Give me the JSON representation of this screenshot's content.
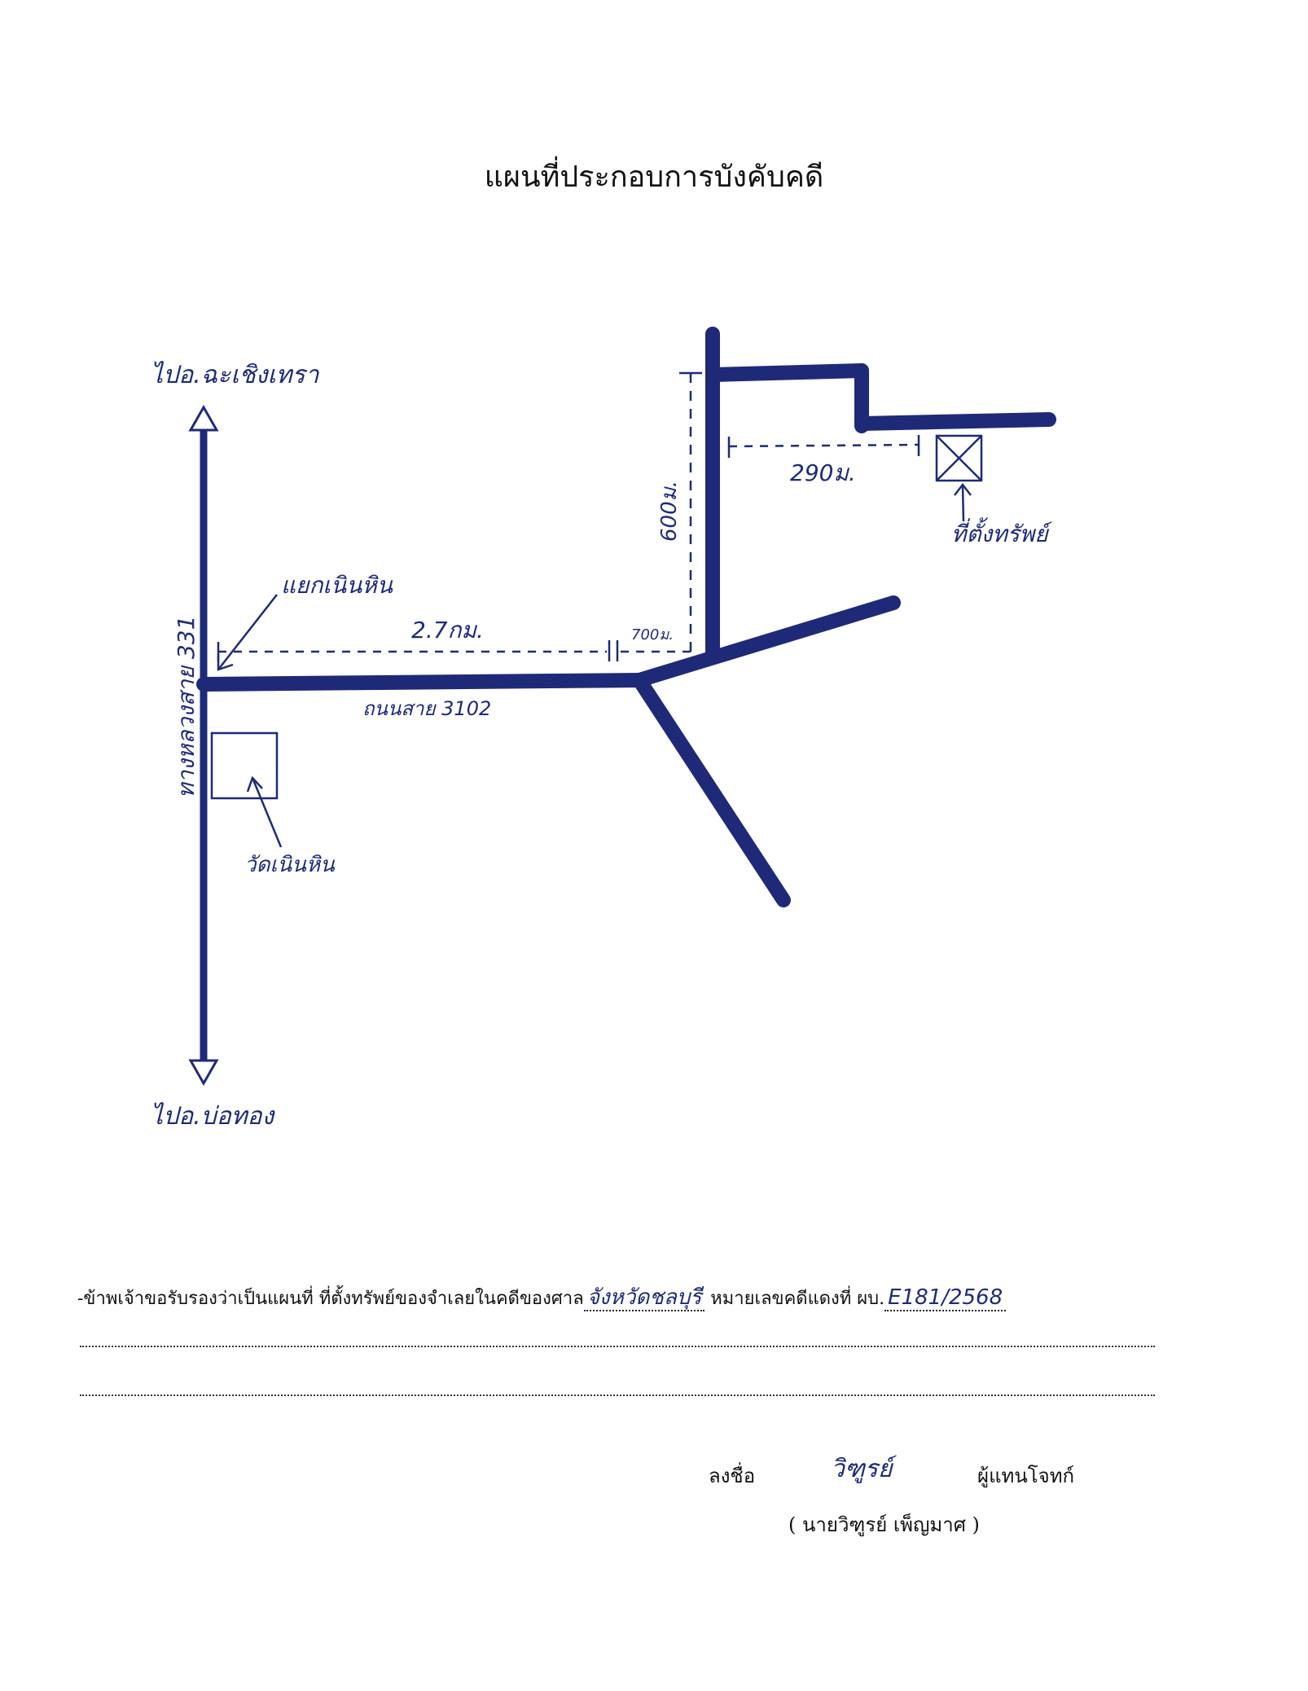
{
  "title": "แผนที่ประกอบการบังคับคดี",
  "map": {
    "labels": {
      "to_north": "ไปอ.ฉะเชิงเทรา",
      "to_south": "ไปอ.บ่อทอง",
      "main_highway": "ทางหลวงสาย 331",
      "secondary_road": "ถนนสาย 3102",
      "junction": "แยกเนินหิน",
      "temple": "วัดเนินหิน",
      "property": "ที่ตั้งทรัพย์",
      "distance_1": "2.7กม.",
      "distance_2": "700ม.",
      "distance_3": "600ม.",
      "distance_4": "290ม."
    }
  },
  "certification": {
    "prefix": "-ข้าพเจ้าขอรับรองว่าเป็นแผนที่ ที่ตั้งทรัพย์ของจำเลยในคดีของศาล",
    "court": "จังหวัดชลบุรี",
    "case_label": "หมายเลขคดีแดงที่ ผบ.",
    "case_number": "E181/2568"
  },
  "signature": {
    "label": "ลงชื่อ",
    "signature_text": "วิฑูรย์",
    "role": "ผู้แทนโจทก์",
    "name": "( นายวิฑูรย์ เพ็ญมาศ )"
  }
}
